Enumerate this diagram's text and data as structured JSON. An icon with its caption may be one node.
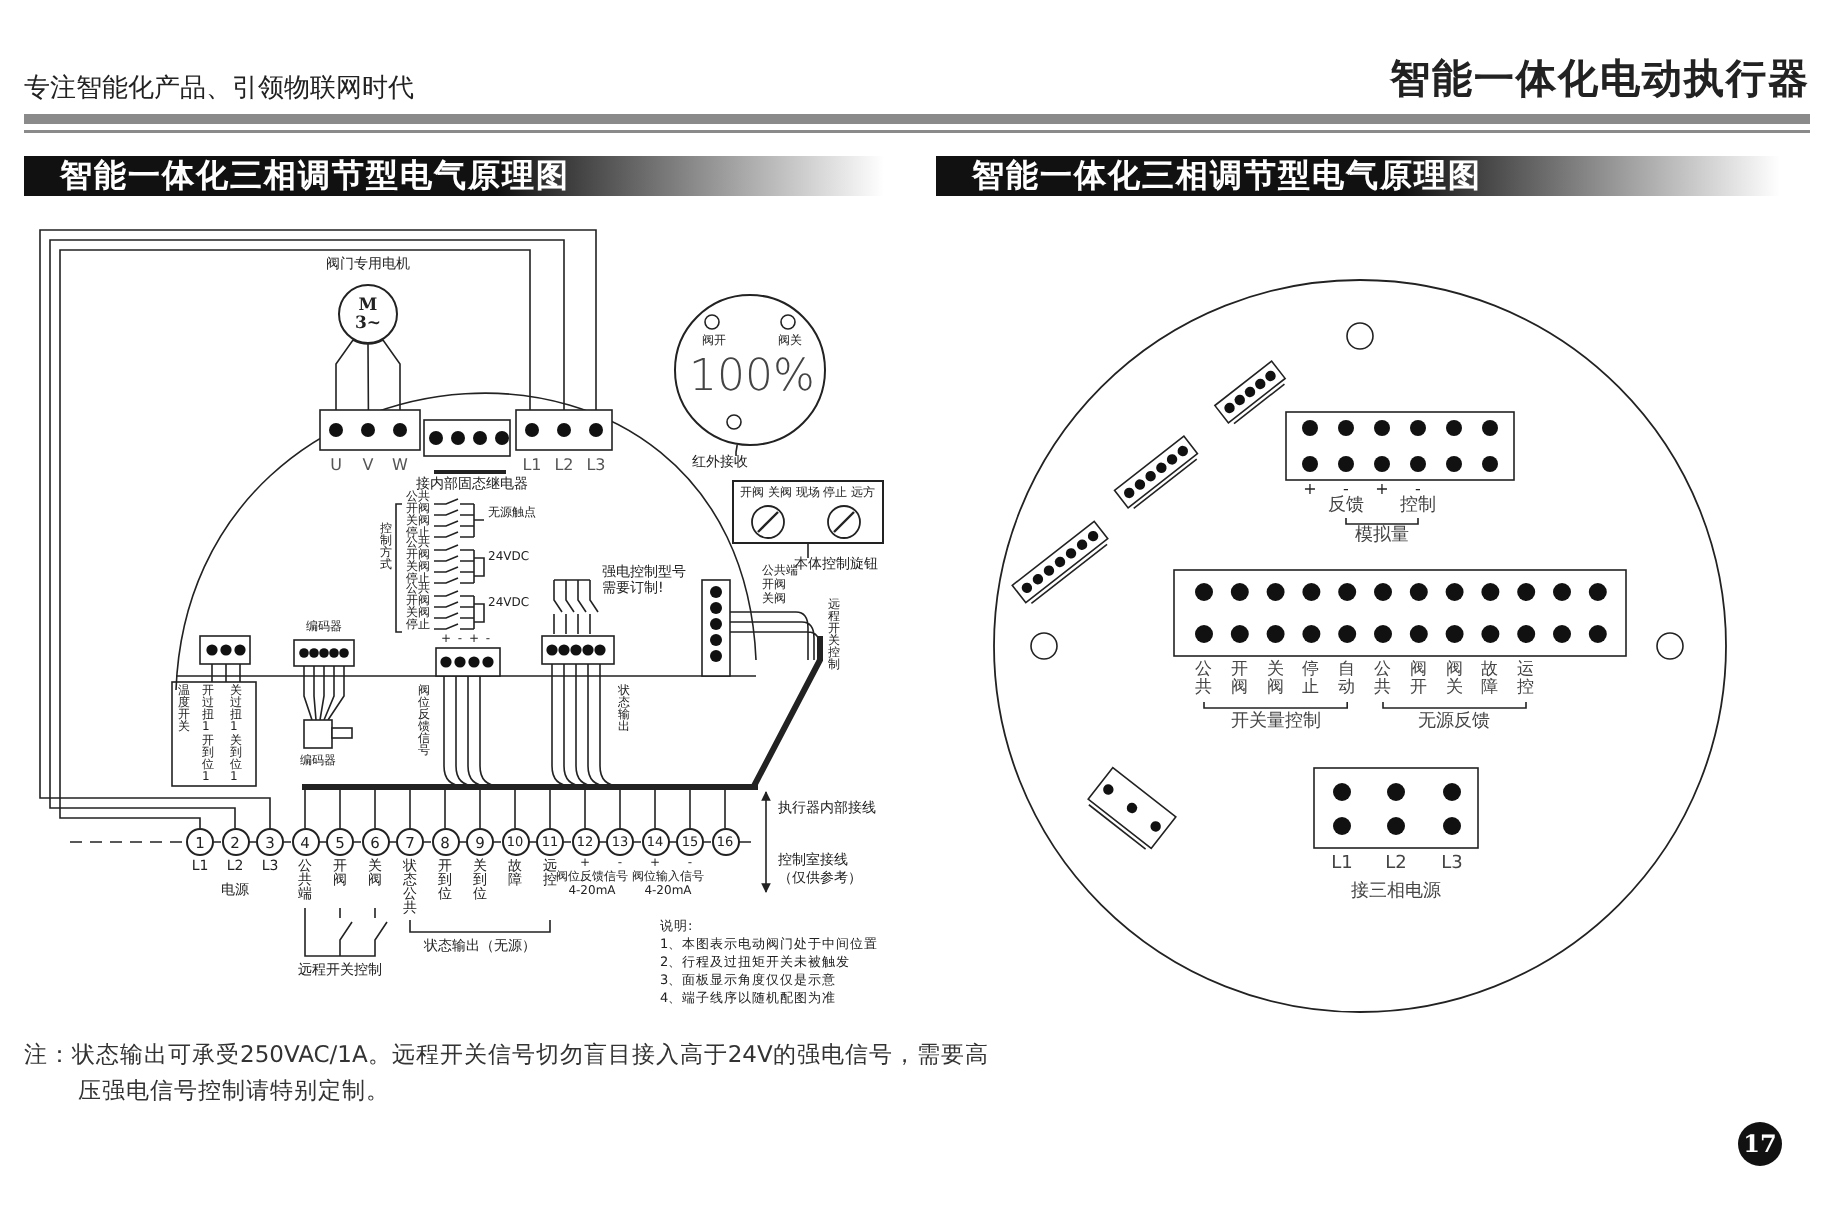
{
  "diagram": {
    "title": "智能一体化电动执行器",
    "nodes": [
      {
        "text": [
          "M 3~"
        ],
        "beside": [
          "阀门专用电机"
        ]
      },
      {
        "text": [
          "U",
          "V",
          "W"
        ]
      },
      {
        "text": [
          "接内部固态继电器"
        ]
      },
      {
        "text": [
          "L1",
          "L2",
          "L3"
        ]
      },
      {
        "text": [
          "阀开",
          "阀关",
          "100%"
        ]
      },
      {
        "text": [
          "红外接收"
        ]
      },
      {
        "text": [
          "开阀 关阀 现场 停止 远方"
        ]
      },
      {
        "text": [
          "本体控制旋钮"
        ]
      },
      {
        "text": [
          "1"
        ],
        "beside": [
          "L1"
        ]
      },
      {
        "text": [
          "2"
        ],
        "beside": [
          "L2"
        ]
      },
      {
        "text": [
          "3"
        ],
        "beside": [
          "L3"
        ]
      },
      {
        "text": [
          "4"
        ],
        "beside": [
          "公共端"
        ]
      },
      {
        "text": [
          "5"
        ],
        "beside": [
          "开阀"
        ]
      },
      {
        "text": [
          "6"
        ],
        "beside": [
          "关阀"
        ]
      },
      {
        "text": [
          "7"
        ],
        "beside": [
          "状态公共"
        ]
      },
      {
        "text": [
          "8"
        ],
        "beside": [
          "开到位"
        ]
      },
      {
        "text": [
          "9"
        ],
        "beside": [
          "关到位"
        ]
      },
      {
        "text": [
          "10"
        ],
        "beside": [
          "故障"
        ]
      },
      {
        "text": [
          "11"
        ],
        "beside": [
          "远控"
        ]
      },
      {
        "text": [
          "12"
        ],
        "beside": [
          "+"
        ]
      },
      {
        "text": [
          "13"
        ],
        "beside": [
          "-"
        ]
      },
      {
        "text": [
          "14"
        ],
        "beside": [
          "+"
        ]
      },
      {
        "text": [
          "15"
        ],
        "beside": [
          "-"
        ]
      },
      {
        "text": [
          "16"
        ]
      },
      {
        "text": [],
        "shape": "bar"
      }
    ],
    "edges": [
      {
        "from": 0,
        "to": 1,
        "arrow": "none"
      },
      {
        "from": 5,
        "to": 4,
        "arrow": "none"
      },
      {
        "from": 7,
        "to": 6,
        "arrow": "none"
      },
      {
        "from": 8,
        "to": 3,
        "arrow": "none"
      },
      {
        "from": 9,
        "to": 3,
        "arrow": "none"
      },
      {
        "from": 10,
        "to": 3,
        "arrow": "none"
      },
      {
        "from": 24,
        "to": 11,
        "arrow": "none"
      },
      {
        "from": 24,
        "to": 12,
        "arrow": "none"
      },
      {
        "from": 24,
        "to": 13,
        "arrow": "none"
      },
      {
        "from": 24,
        "to": 14,
        "arrow": "none"
      },
      {
        "from": 24,
        "to": 15,
        "arrow": "none"
      },
      {
        "from": 24,
        "to": 16,
        "arrow": "none"
      },
      {
        "from": 24,
        "to": 17,
        "arrow": "none"
      },
      {
        "from": 24,
        "to": 18,
        "arrow": "none"
      },
      {
        "from": 24,
        "to": 19,
        "arrow": "none"
      },
      {
        "from": 24,
        "to": 20,
        "arrow": "none"
      },
      {
        "from": 24,
        "to": 21,
        "arrow": "none"
      },
      {
        "from": 24,
        "to": 22,
        "arrow": "none"
      },
      {
        "from": 24,
        "to": 23,
        "arrow": "none"
      }
    ],
    "labels": [
      "专注智能化产品、引领物联网时代",
      "智能一体化三相调节型电气原理图",
      "智能一体化三相调节型电气原理图",
      "控制方式",
      "公共开阀关阀停止",
      "无源触点",
      "公共开阀关阀停止",
      "24VDC",
      "公共开阀关阀停止",
      "24VDC",
      "强电控制型号需要订制!",
      "公共端",
      "开阀",
      "关阀",
      "远程开关控制",
      "编码器",
      "+",
      "-",
      "+",
      "-",
      "温度开关",
      "开过扭1",
      "开到位1",
      "关过扭1",
      "关到位1",
      "阀位反馈信号",
      "状态输出",
      "编码器",
      "执行器内部接线",
      "电源",
      "阀位反馈信号 4-20mA",
      "阀位输入信号 4-20mA",
      "控制室接线（仅供参考）",
      "状态输出（无源）",
      "远程开关控制",
      "说明:",
      "1、本图表示电动阀门处于中间位置",
      "2、行程及过扭矩开关未被触发",
      "3、面板显示角度仅仅是示意",
      "4、端子线序以随机配图为准",
      "+",
      "-",
      "+",
      "-",
      "反馈",
      "控制",
      "模拟量",
      "公共",
      "开阀",
      "关阀",
      "停止",
      "自动",
      "公共",
      "阀开",
      "阀关",
      "故障",
      "运控",
      "开关量控制",
      "无源反馈",
      "L1",
      "L2",
      "L3",
      "接三相电源",
      "注：状态输出可承受250VAC/1A。远程开关信号切勿盲目接入高于24V的强电信号，需要高压强电信号控制请特别定制。",
      "17"
    ]
  }
}
